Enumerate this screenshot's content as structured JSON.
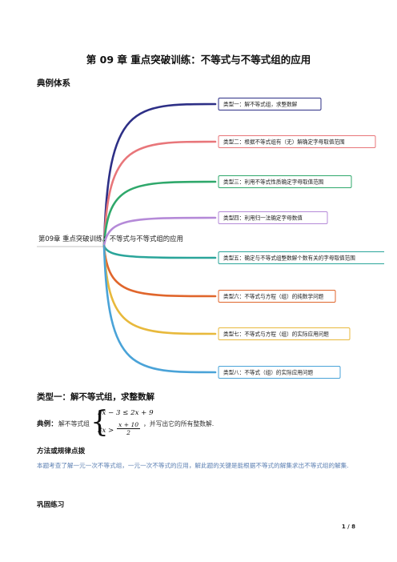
{
  "document": {
    "title": "第 09 章  重点突破训练：不等式与不等式组的应用",
    "section_typical": "典例体系",
    "mindmap": {
      "center": "第09章 重点突破训练：不等式与不等式组的应用",
      "branches": [
        {
          "label": "类型一：解不等式组，求整数解",
          "color": "#2d2f86"
        },
        {
          "label": "类型二：根据不等式组有（无）解确定字母取值范围",
          "color": "#e8767a"
        },
        {
          "label": "类型三：利用不等式性质确定字母取值范围",
          "color": "#2fa86b"
        },
        {
          "label": "类型四：利用归一法确定字母数值",
          "color": "#b58ad8"
        },
        {
          "label": "类型五：确定与不等式组整数解个数有关的字母取值范围",
          "color": "#2aa59a"
        },
        {
          "label": "类型六：不等式与方程（组）的纯数学问题",
          "color": "#e0662c"
        },
        {
          "label": "类型七：不等式与方程（组）的实际应用问题",
          "color": "#e8b93c"
        },
        {
          "label": "类型八：不等式（组）的实际应用问题",
          "color": "#4aa3d8"
        }
      ]
    },
    "type1_heading": "类型一：解不等式组，求整数解",
    "example": {
      "label": "典例：",
      "lead": "解不等式组",
      "line1": "5x − 3 ≤ 2x + 9",
      "line2_left": "3x >",
      "line2_num": "x + 10",
      "line2_den": "2",
      "tail": "，并写出它的所有整数解."
    },
    "method_heading": "方法或规律点拨",
    "method_body": "本题考查了解一元一次不等式组，一元一次不等式的应用，解此题的关键是能根据不等式的解集求出不等式组的解集.",
    "practice_heading": "巩固练习",
    "page_number": "1 / 8"
  }
}
